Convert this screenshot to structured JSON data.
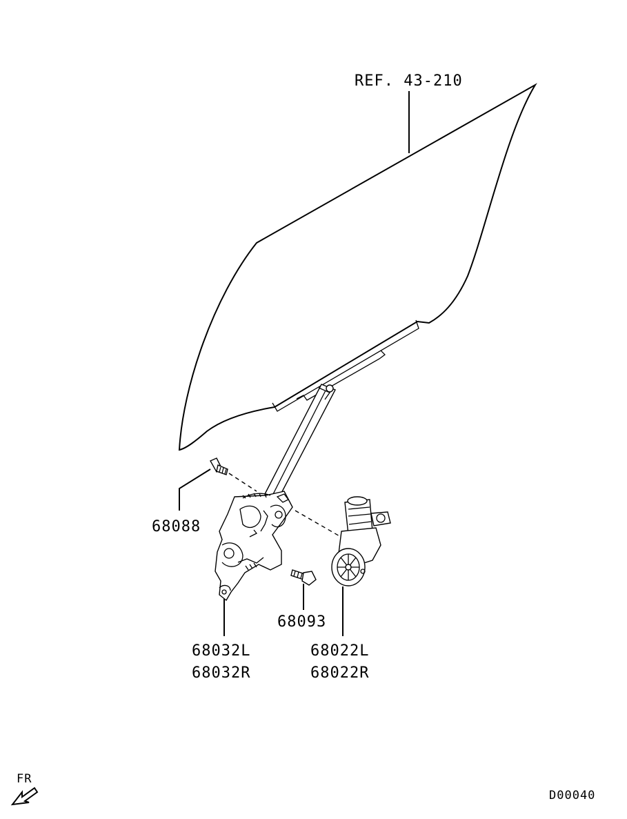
{
  "labels": {
    "ref": "REF. 43-210",
    "bolt_upper": "68088",
    "regulator_left": "68032L",
    "regulator_right": "68032R",
    "bolt_lower": "68093",
    "motor_left": "68022L",
    "motor_right": "68022R",
    "direction": "FR",
    "diagram_code": "D00040"
  },
  "icons": {
    "direction_arrow": "front-direction-arrow-icon"
  },
  "colors": {
    "line": "#000000",
    "background": "#ffffff"
  }
}
